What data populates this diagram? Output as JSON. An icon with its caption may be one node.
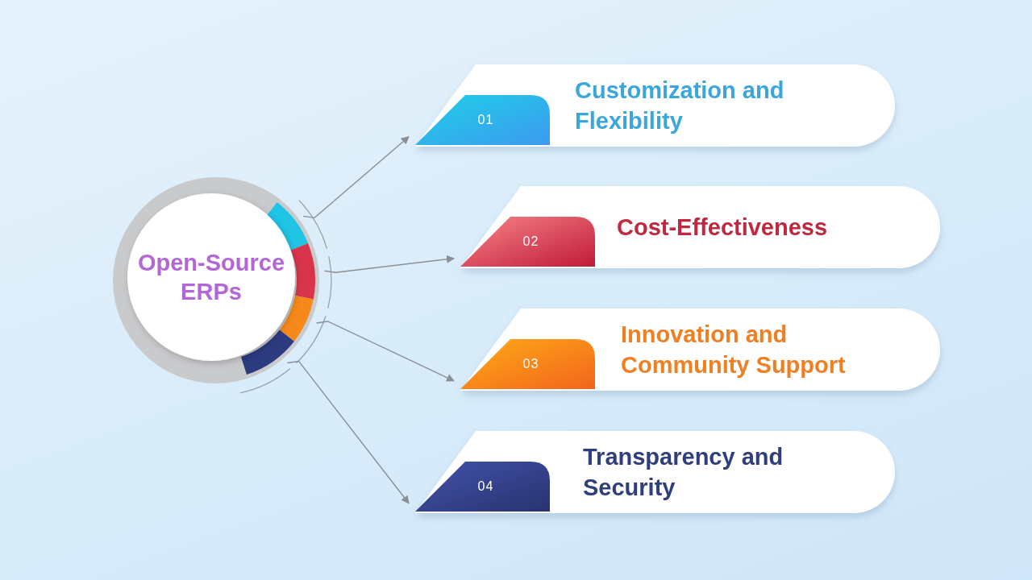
{
  "diagram": {
    "nodes": [
      {
        "text": [
          "Open-Source ERPs"
        ]
      },
      {
        "text": [
          "Customization and Flexibility"
        ]
      },
      {
        "text": [
          "01"
        ],
        "in": 1
      },
      {
        "text": [
          "Cost-Effectiveness"
        ]
      },
      {
        "text": [
          "02"
        ],
        "in": 3
      },
      {
        "text": [
          "Innovation and Community Support"
        ]
      },
      {
        "text": [
          "03"
        ],
        "in": 5
      },
      {
        "text": [
          "Transparency and Security"
        ]
      },
      {
        "text": [
          "04"
        ],
        "in": 7
      }
    ],
    "edges": [
      {
        "from": 0,
        "to": 1,
        "arrow": "to"
      },
      {
        "from": 0,
        "to": 3,
        "arrow": "to"
      },
      {
        "from": 0,
        "to": 5,
        "arrow": "to"
      },
      {
        "from": 0,
        "to": 7,
        "arrow": "to"
      }
    ]
  }
}
